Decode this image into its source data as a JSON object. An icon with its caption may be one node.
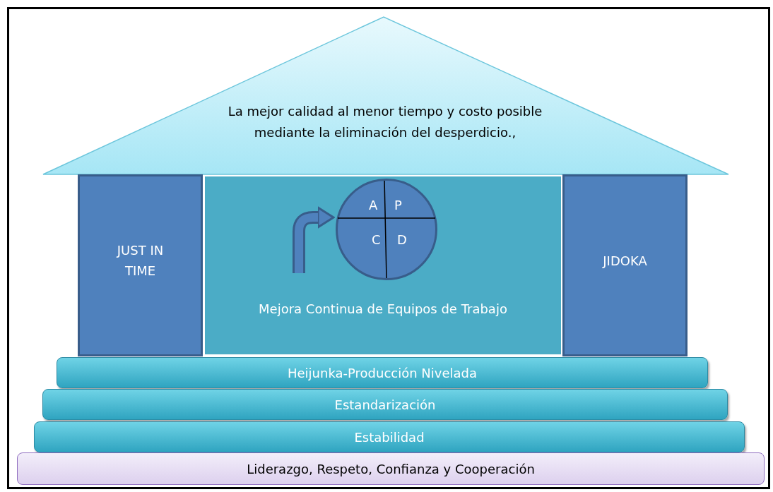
{
  "diagram": {
    "nodes": [
      {
        "text": [
          "La mejor calidad al menor tiempo y costo posible mediante la eliminación del desperdicio.,"
        ]
      },
      {
        "text": [
          "JUST IN TIME"
        ]
      },
      {
        "text": [
          "Mejora Continua de Equipos de Trabajo"
        ]
      },
      {
        "text": [
          "A",
          "P",
          "C",
          "D"
        ],
        "in": 2
      },
      {
        "text": [
          "JIDOKA"
        ]
      },
      {
        "text": [
          "Heijunka-Producción Nivelada"
        ]
      },
      {
        "text": [
          "Estandarización"
        ]
      },
      {
        "text": [
          "Estabilidad"
        ]
      },
      {
        "text": [
          "Liderazgo, Respeto, Confianza y Cooperación"
        ]
      }
    ],
    "edges": [
      {
        "from": null,
        "to": 3,
        "arrow": "to"
      }
    ]
  }
}
